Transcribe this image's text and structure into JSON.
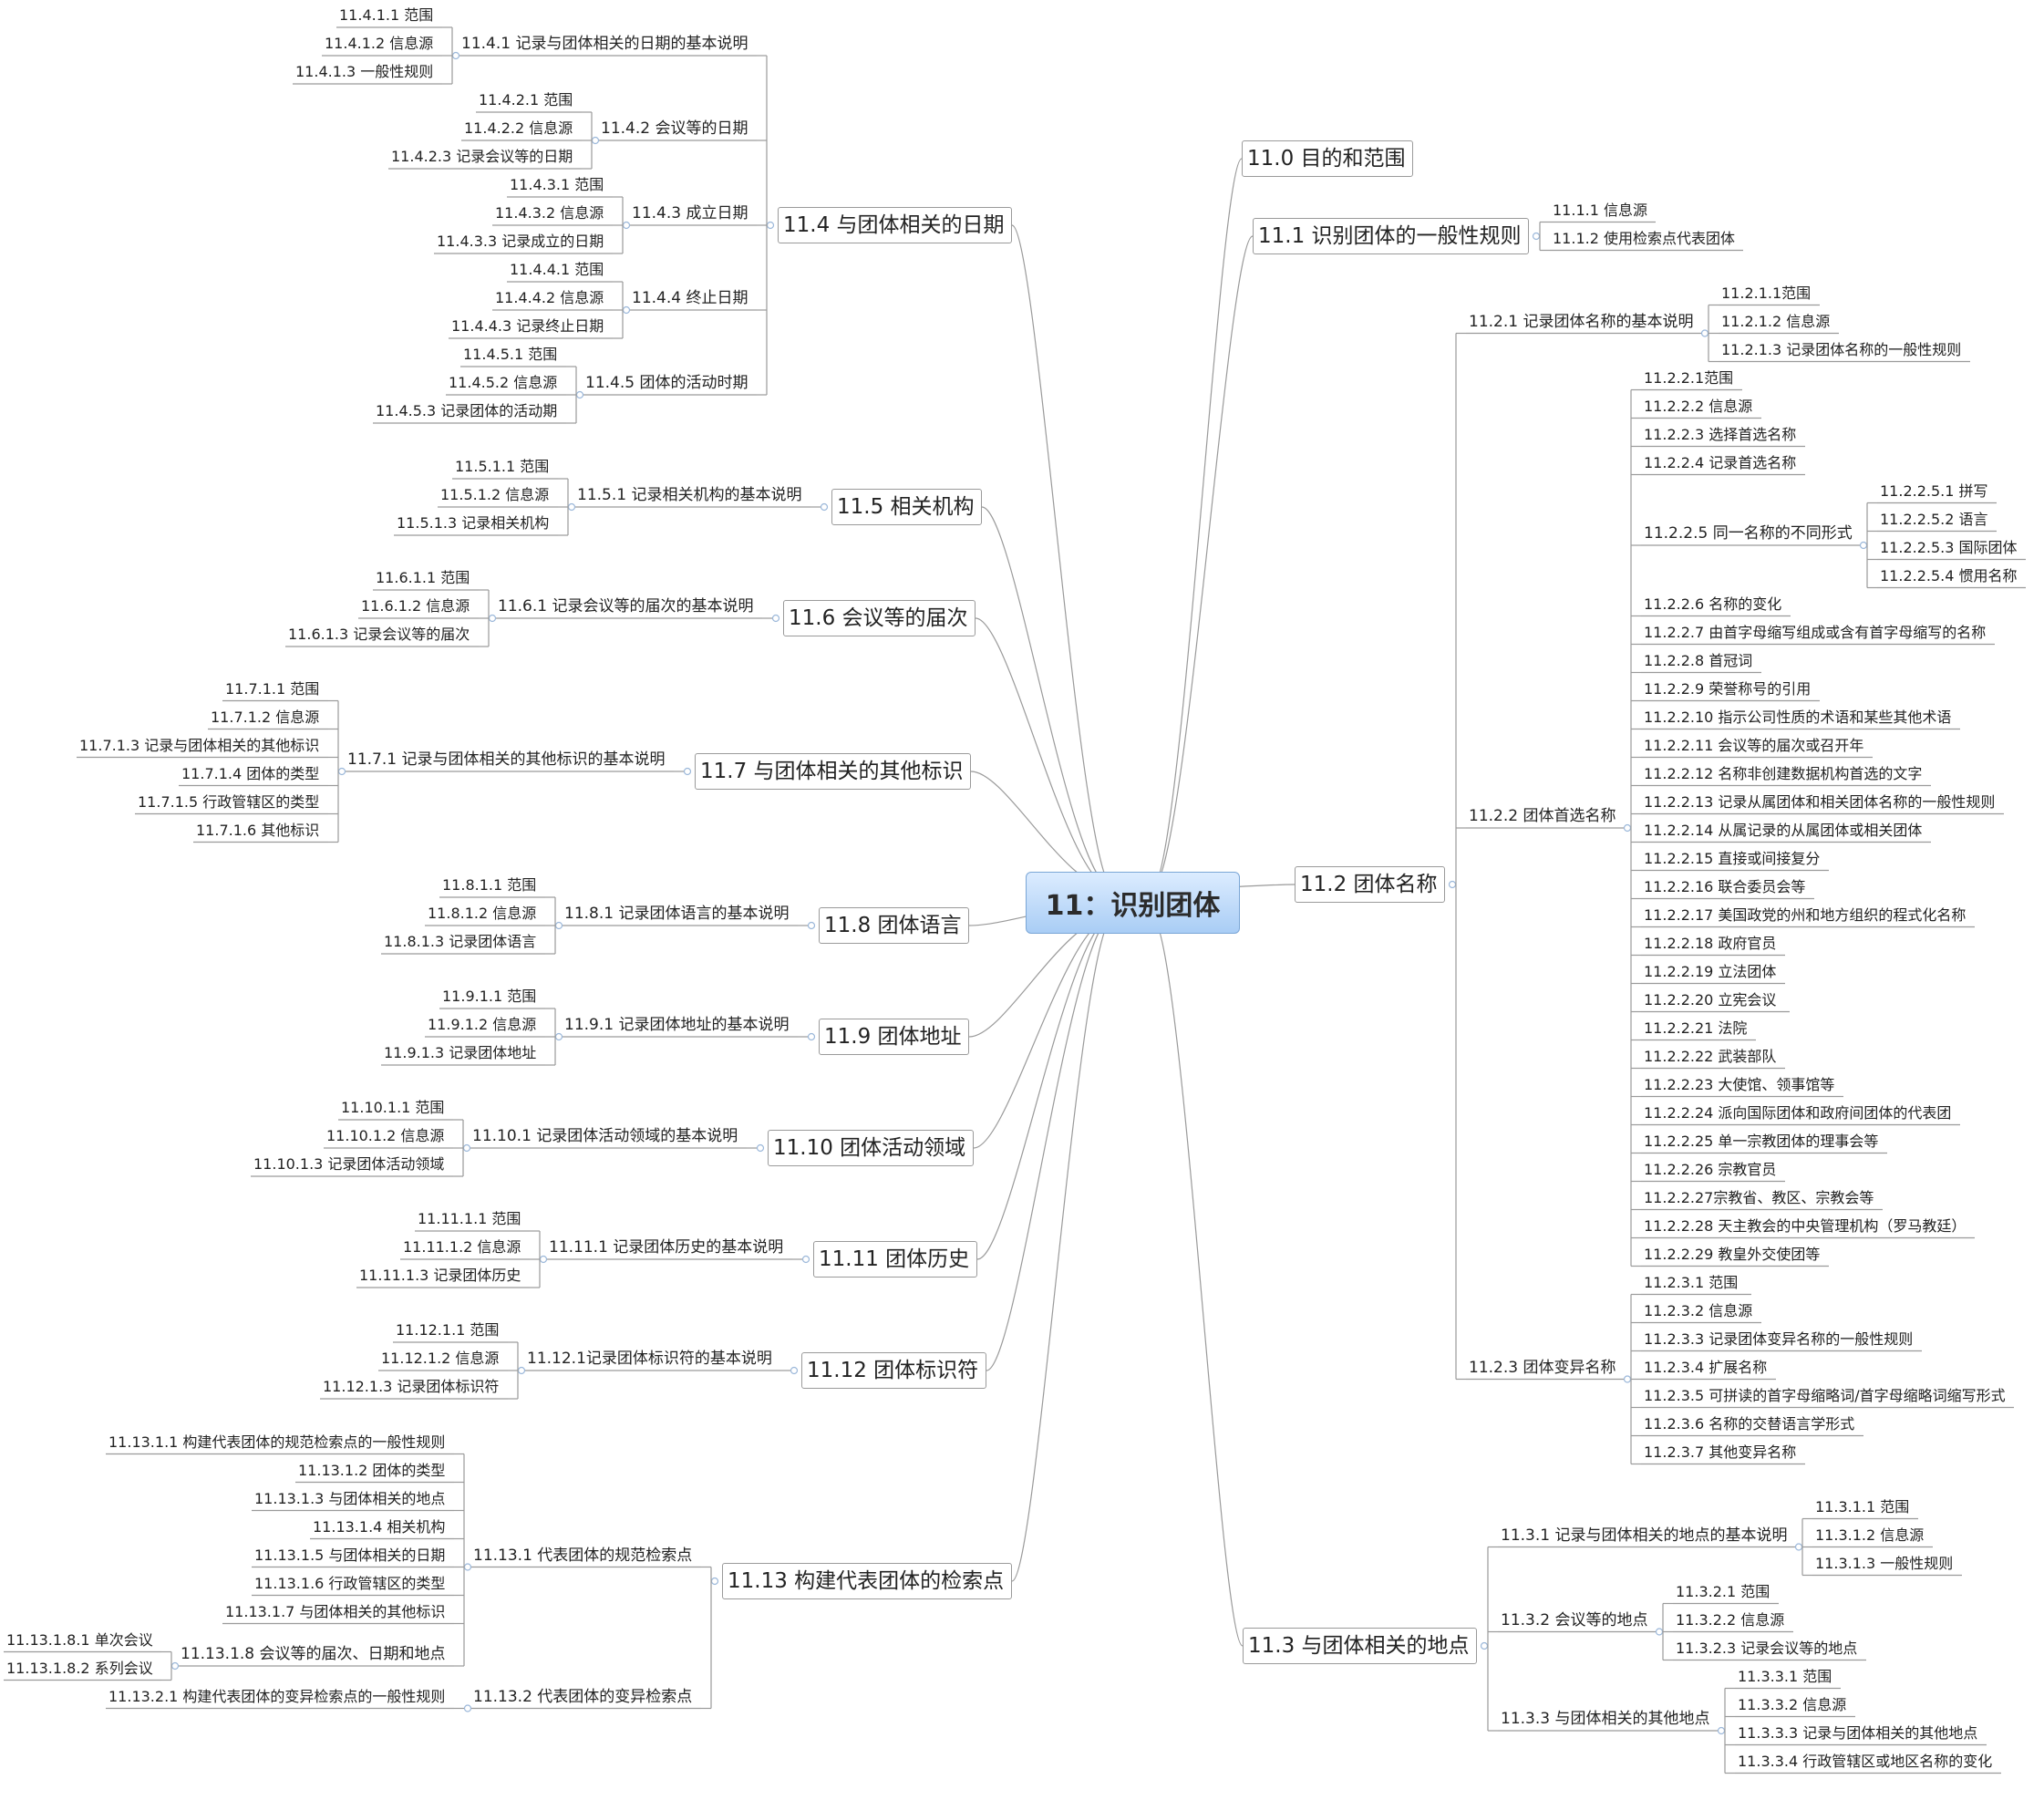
{
  "root": "11：识别团体",
  "branches": [
    {
      "id": "b110",
      "label": "11.0 目的和范围",
      "children": []
    },
    {
      "id": "b111",
      "label": "11.1 识别团体的一般性规则",
      "children": [
        {
          "label": "11.1.1 信息源"
        },
        {
          "label": "11.1.2 使用检索点代表团体"
        }
      ]
    },
    {
      "id": "b112",
      "label": "11.2 团体名称",
      "children": [
        {
          "label": "11.2.1 记录团体名称的基本说明",
          "children": [
            {
              "label": "11.2.1.1范围"
            },
            {
              "label": "11.2.1.2 信息源"
            },
            {
              "label": "11.2.1.3 记录团体名称的一般性规则"
            }
          ]
        },
        {
          "label": "11.2.2 团体首选名称",
          "children": [
            {
              "label": "11.2.2.1范围"
            },
            {
              "label": "11.2.2.2 信息源"
            },
            {
              "label": "11.2.2.3 选择首选名称"
            },
            {
              "label": "11.2.2.4 记录首选名称"
            },
            {
              "label": "11.2.2.5 同一名称的不同形式",
              "children": [
                {
                  "label": "11.2.2.5.1 拼写"
                },
                {
                  "label": "11.2.2.5.2 语言"
                },
                {
                  "label": "11.2.2.5.3 国际团体"
                },
                {
                  "label": "11.2.2.5.4 惯用名称"
                }
              ]
            },
            {
              "label": "11.2.2.6 名称的变化"
            },
            {
              "label": "11.2.2.7 由首字母缩写组成或含有首字母缩写的名称"
            },
            {
              "label": "11.2.2.8 首冠词"
            },
            {
              "label": "11.2.2.9 荣誉称号的引用"
            },
            {
              "label": "11.2.2.10 指示公司性质的术语和某些其他术语"
            },
            {
              "label": "11.2.2.11 会议等的届次或召开年"
            },
            {
              "label": "11.2.2.12 名称非创建数据机构首选的文字"
            },
            {
              "label": "11.2.2.13 记录从属团体和相关团体名称的一般性规则"
            },
            {
              "label": "11.2.2.14 从属记录的从属团体或相关团体"
            },
            {
              "label": "11.2.2.15 直接或间接复分"
            },
            {
              "label": "11.2.2.16 联合委员会等"
            },
            {
              "label": "11.2.2.17 美国政党的州和地方组织的程式化名称"
            },
            {
              "label": "11.2.2.18 政府官员"
            },
            {
              "label": "11.2.2.19 立法团体"
            },
            {
              "label": "11.2.2.20  立宪会议"
            },
            {
              "label": "11.2.2.21 法院"
            },
            {
              "label": "11.2.2.22 武装部队"
            },
            {
              "label": "11.2.2.23 大使馆、领事馆等"
            },
            {
              "label": "11.2.2.24 派向国际团体和政府间团体的代表团"
            },
            {
              "label": "11.2.2.25 单一宗教团体的理事会等"
            },
            {
              "label": "11.2.2.26 宗教官员"
            },
            {
              "label": "11.2.2.27宗教省、教区、宗教会等"
            },
            {
              "label": "11.2.2.28 天主教会的中央管理机构（罗马教廷）"
            },
            {
              "label": "11.2.2.29 教皇外交使团等"
            }
          ]
        },
        {
          "label": "11.2.3 团体变异名称",
          "children": [
            {
              "label": "11.2.3.1  范围"
            },
            {
              "label": "11.2.3.2 信息源"
            },
            {
              "label": "11.2.3.3 记录团体变异名称的一般性规则"
            },
            {
              "label": "11.2.3.4 扩展名称"
            },
            {
              "label": "11.2.3.5 可拼读的首字母缩略词/首字母缩略词缩写形式"
            },
            {
              "label": "11.2.3.6 名称的交替语言学形式"
            },
            {
              "label": "11.2.3.7 其他变异名称"
            }
          ]
        }
      ]
    },
    {
      "id": "b113",
      "label": "11.3 与团体相关的地点",
      "children": [
        {
          "label": "11.3.1 记录与团体相关的地点的基本说明",
          "children": [
            {
              "label": "11.3.1.1 范围"
            },
            {
              "label": "11.3.1.2 信息源"
            },
            {
              "label": "11.3.1.3 一般性规则"
            }
          ]
        },
        {
          "label": "11.3.2 会议等的地点",
          "children": [
            {
              "label": "11.3.2.1 范围"
            },
            {
              "label": "11.3.2.2 信息源"
            },
            {
              "label": "11.3.2.3 记录会议等的地点"
            }
          ]
        },
        {
          "label": "11.3.3 与团体相关的其他地点",
          "children": [
            {
              "label": "11.3.3.1 范围"
            },
            {
              "label": "11.3.3.2 信息源"
            },
            {
              "label": "11.3.3.3 记录与团体相关的其他地点"
            },
            {
              "label": "11.3.3.4 行政管辖区或地区名称的变化"
            }
          ]
        }
      ]
    },
    {
      "id": "b114",
      "label": "11.4 与团体相关的日期",
      "children": [
        {
          "label": "11.4.1 记录与团体相关的日期的基本说明",
          "children": [
            {
              "label": "11.4.1.1 范围"
            },
            {
              "label": "11.4.1.2 信息源"
            },
            {
              "label": "11.4.1.3 一般性规则"
            }
          ]
        },
        {
          "label": "11.4.2 会议等的日期",
          "children": [
            {
              "label": "11.4.2.1 范围"
            },
            {
              "label": "11.4.2.2 信息源"
            },
            {
              "label": "11.4.2.3 记录会议等的日期"
            }
          ]
        },
        {
          "label": "11.4.3 成立日期",
          "children": [
            {
              "label": "11.4.3.1 范围"
            },
            {
              "label": "11.4.3.2 信息源"
            },
            {
              "label": "11.4.3.3 记录成立的日期"
            }
          ]
        },
        {
          "label": "11.4.4 终止日期",
          "children": [
            {
              "label": "11.4.4.1 范围"
            },
            {
              "label": "11.4.4.2 信息源"
            },
            {
              "label": "11.4.4.3 记录终止日期"
            }
          ]
        },
        {
          "label": "11.4.5 团体的活动时期",
          "children": [
            {
              "label": "11.4.5.1 范围"
            },
            {
              "label": "11.4.5.2 信息源"
            },
            {
              "label": "11.4.5.3 记录团体的活动期"
            }
          ]
        }
      ]
    },
    {
      "id": "b115",
      "label": "11.5 相关机构",
      "children": [
        {
          "label": "11.5.1 记录相关机构的基本说明",
          "children": [
            {
              "label": "11.5.1.1 范围"
            },
            {
              "label": "11.5.1.2 信息源"
            },
            {
              "label": "11.5.1.3 记录相关机构"
            }
          ]
        }
      ]
    },
    {
      "id": "b116",
      "label": "11.6 会议等的届次",
      "children": [
        {
          "label": "11.6.1 记录会议等的届次的基本说明",
          "children": [
            {
              "label": "11.6.1.1 范围"
            },
            {
              "label": "11.6.1.2 信息源"
            },
            {
              "label": "11.6.1.3 记录会议等的届次"
            }
          ]
        }
      ]
    },
    {
      "id": "b117",
      "label": "11.7 与团体相关的其他标识",
      "children": [
        {
          "label": "11.7.1 记录与团体相关的其他标识的基本说明",
          "children": [
            {
              "label": "11.7.1.1 范围"
            },
            {
              "label": "11.7.1.2 信息源"
            },
            {
              "label": "11.7.1.3 记录与团体相关的其他标识"
            },
            {
              "label": "11.7.1.4 团体的类型"
            },
            {
              "label": "11.7.1.5 行政管辖区的类型"
            },
            {
              "label": "11.7.1.6 其他标识"
            }
          ]
        }
      ]
    },
    {
      "id": "b118",
      "label": "11.8 团体语言",
      "children": [
        {
          "label": "11.8.1 记录团体语言的基本说明",
          "children": [
            {
              "label": "11.8.1.1 范围"
            },
            {
              "label": "11.8.1.2 信息源"
            },
            {
              "label": "11.8.1.3 记录团体语言"
            }
          ]
        }
      ]
    },
    {
      "id": "b119",
      "label": "11.9 团体地址",
      "children": [
        {
          "label": "11.9.1 记录团体地址的基本说明",
          "children": [
            {
              "label": "11.9.1.1 范围"
            },
            {
              "label": "11.9.1.2 信息源"
            },
            {
              "label": "11.9.1.3 记录团体地址"
            }
          ]
        }
      ]
    },
    {
      "id": "b1110",
      "label": "11.10 团体活动领域",
      "children": [
        {
          "label": "11.10.1 记录团体活动领域的基本说明",
          "children": [
            {
              "label": "11.10.1.1 范围"
            },
            {
              "label": "11.10.1.2 信息源"
            },
            {
              "label": "11.10.1.3 记录团体活动领域"
            }
          ]
        }
      ]
    },
    {
      "id": "b1111",
      "label": "11.11 团体历史",
      "children": [
        {
          "label": "11.11.1 记录团体历史的基本说明",
          "children": [
            {
              "label": "11.11.1.1 范围"
            },
            {
              "label": "11.11.1.2 信息源"
            },
            {
              "label": "11.11.1.3 记录团体历史"
            }
          ]
        }
      ]
    },
    {
      "id": "b1112",
      "label": "11.12 团体标识符",
      "children": [
        {
          "label": "11.12.1记录团体标识符的基本说明",
          "children": [
            {
              "label": "11.12.1.1 范围"
            },
            {
              "label": "11.12.1.2 信息源"
            },
            {
              "label": "11.12.1.3 记录团体标识符"
            }
          ]
        }
      ]
    },
    {
      "id": "b1113",
      "label": "11.13 构建代表团体的检索点",
      "children": [
        {
          "label": "11.13.1 代表团体的规范检索点",
          "children": [
            {
              "label": "11.13.1.1 构建代表团体的规范检索点的一般性规则"
            },
            {
              "label": "11.13.1.2 团体的类型"
            },
            {
              "label": "11.13.1.3 与团体相关的地点"
            },
            {
              "label": "11.13.1.4 相关机构"
            },
            {
              "label": "11.13.1.5 与团体相关的日期"
            },
            {
              "label": "11.13.1.6 行政管辖区的类型"
            },
            {
              "label": "11.13.1.7 与团体相关的其他标识"
            },
            {
              "label": "11.13.1.8 会议等的届次、日期和地点",
              "children": [
                {
                  "label": "11.13.1.8.1 单次会议"
                },
                {
                  "label": "11.13.1.8.2 系列会议"
                }
              ]
            }
          ]
        },
        {
          "label": "11.13.2 代表团体的变异检索点",
          "children": [
            {
              "label": "11.13.2.1 构建代表团体的变异检索点的一般性规则"
            }
          ]
        }
      ]
    }
  ]
}
